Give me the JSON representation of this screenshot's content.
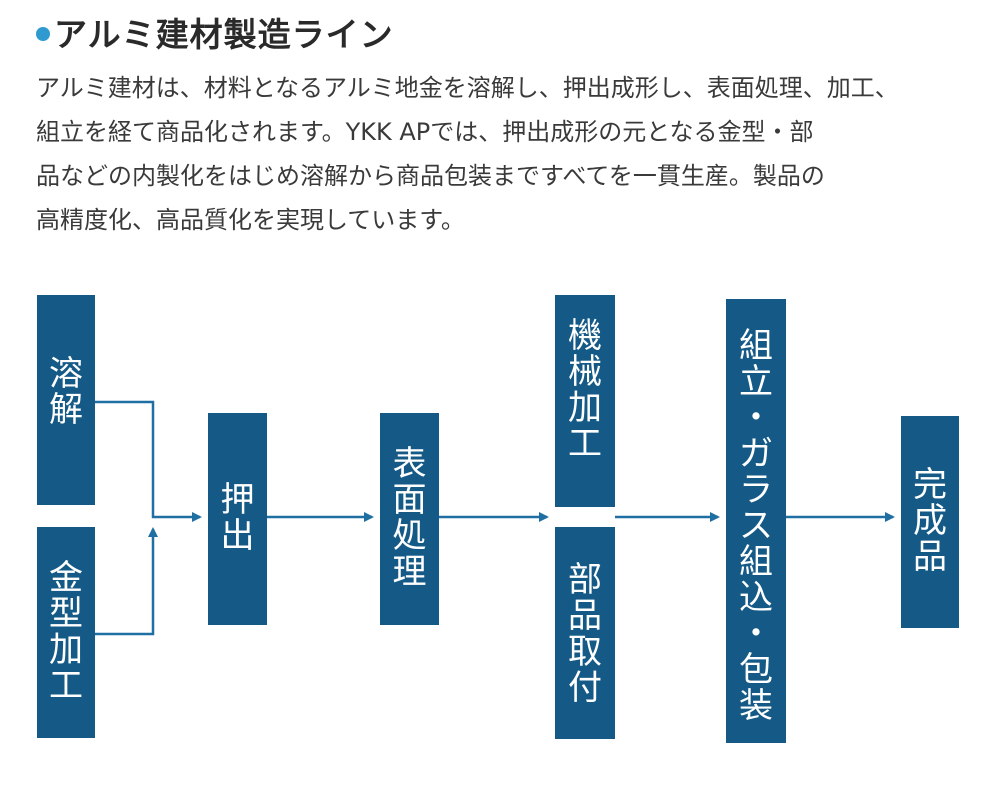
{
  "heading": "アルミ建材製造ライン",
  "body_lines": [
    "アルミ建材は、材料となるアルミ地金を溶解し、押出成形し、表面処理、加工、",
    "組立を経て商品化されます。YKK APでは、押出成形の元となる金型・部",
    "品などの内製化をはじめ溶解から商品包装まですべてを一貫生産。製品の",
    "高精度化、高品質化を実現しています。"
  ],
  "colors": {
    "box": "#155a86",
    "arrow": "#1f6fa3",
    "bullet": "#2e9ad0"
  },
  "nodes": {
    "melting": "溶解",
    "mold": "金型加工",
    "extrusion": "押出",
    "surface": "表面処理",
    "machining": "機械加工",
    "parts": "部品取付",
    "assembly": "組立・ガラス組込・包装",
    "finished": "完成品"
  }
}
